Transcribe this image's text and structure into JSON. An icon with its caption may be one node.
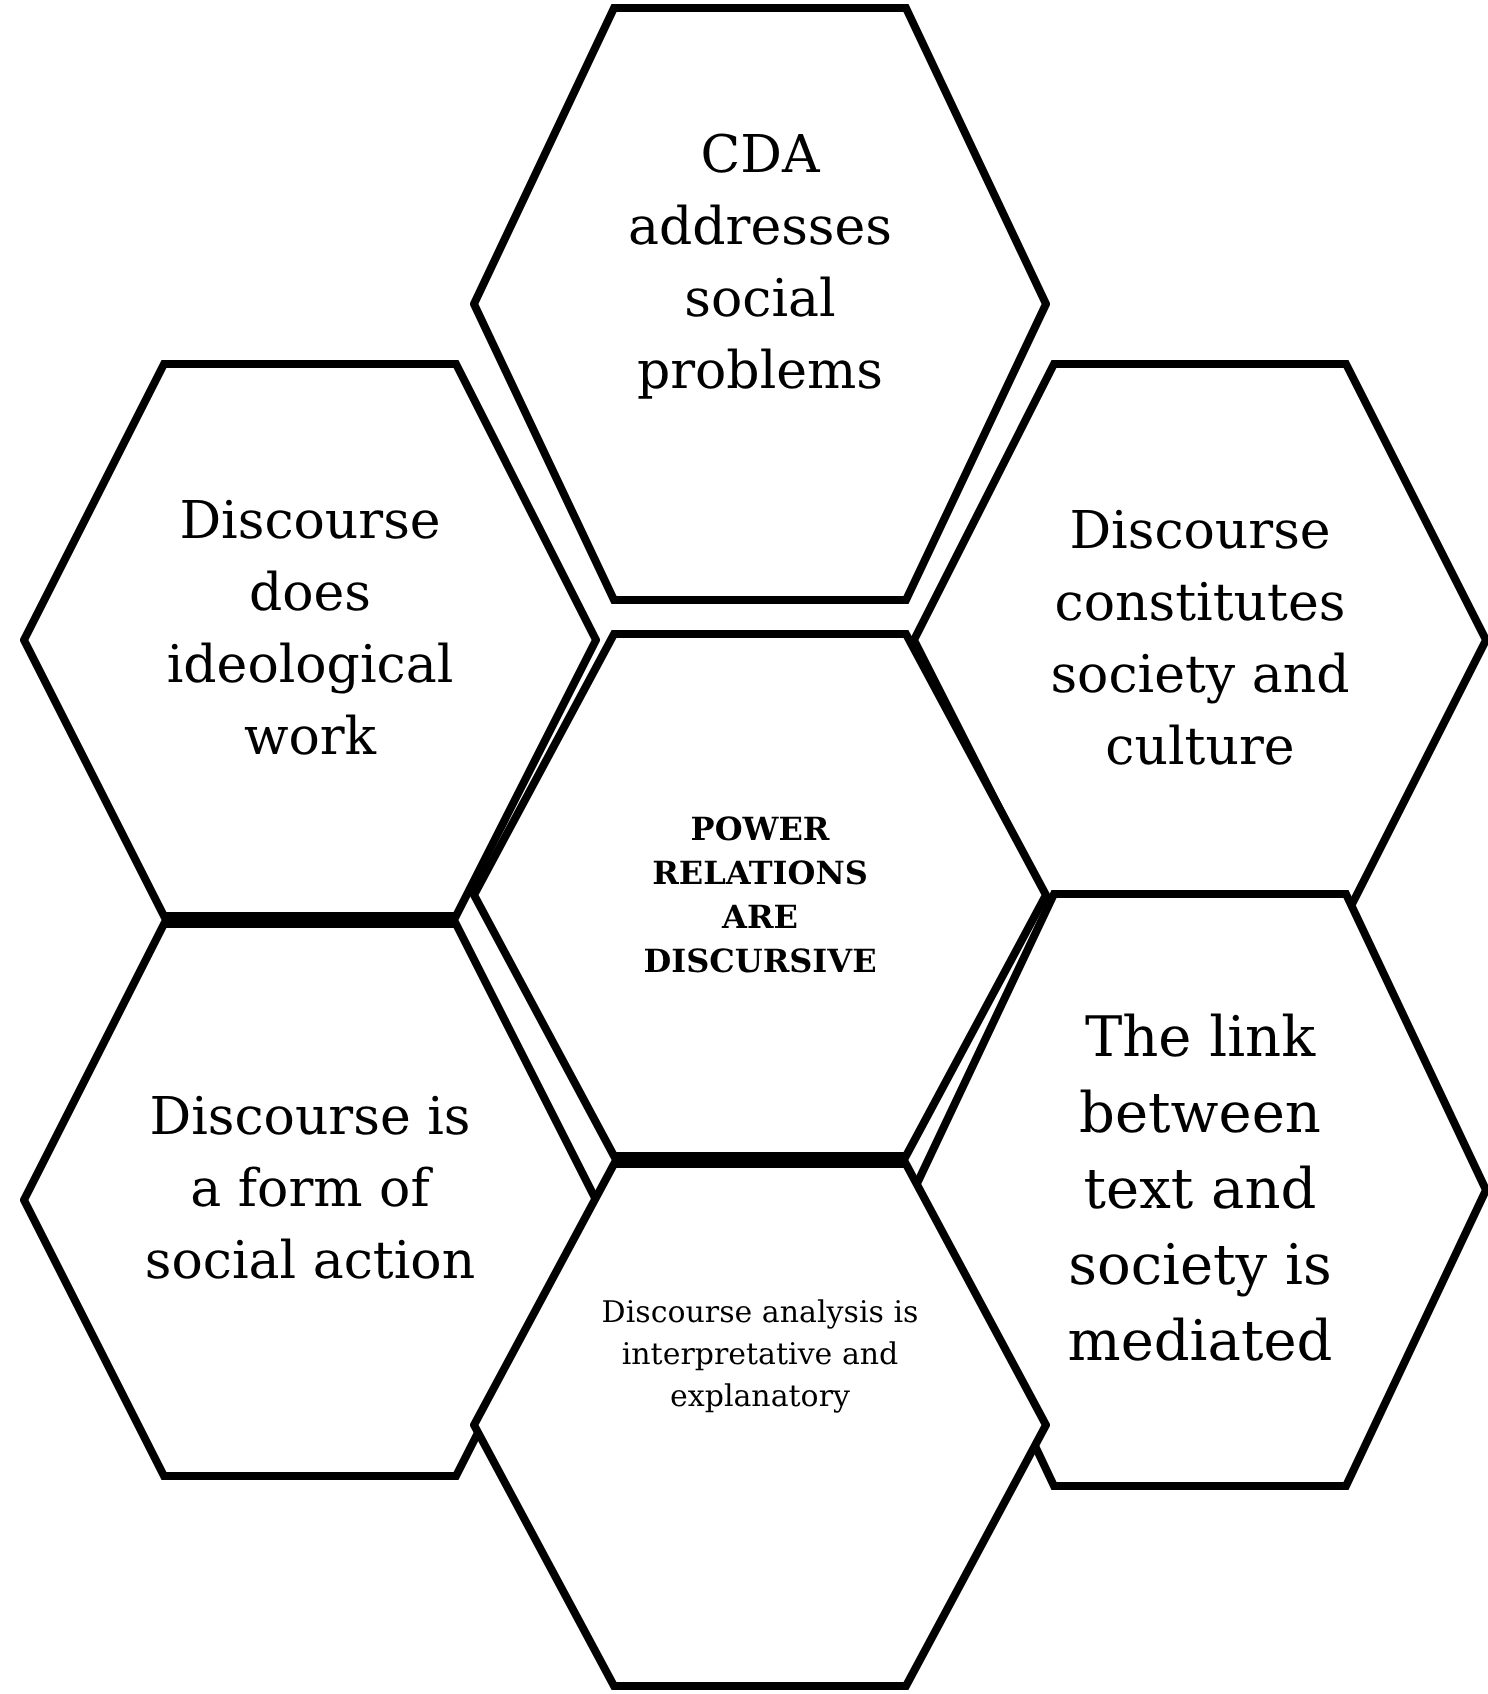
{
  "diagram": {
    "nodes": [
      {
        "text": [
          "CDA addresses social problems"
        ]
      },
      {
        "text": [
          "Discourse does ideological work"
        ]
      },
      {
        "text": [
          "Discourse constitutes society and culture"
        ]
      },
      {
        "text": [
          "POWER RELATIONS ARE DISCURSIVE"
        ]
      },
      {
        "text": [
          "Discourse is a form of social action"
        ]
      },
      {
        "text": [
          "The link between text and society is mediated"
        ]
      },
      {
        "text": [
          "Discourse analysis is interpretative and explanatory"
        ]
      }
    ]
  }
}
